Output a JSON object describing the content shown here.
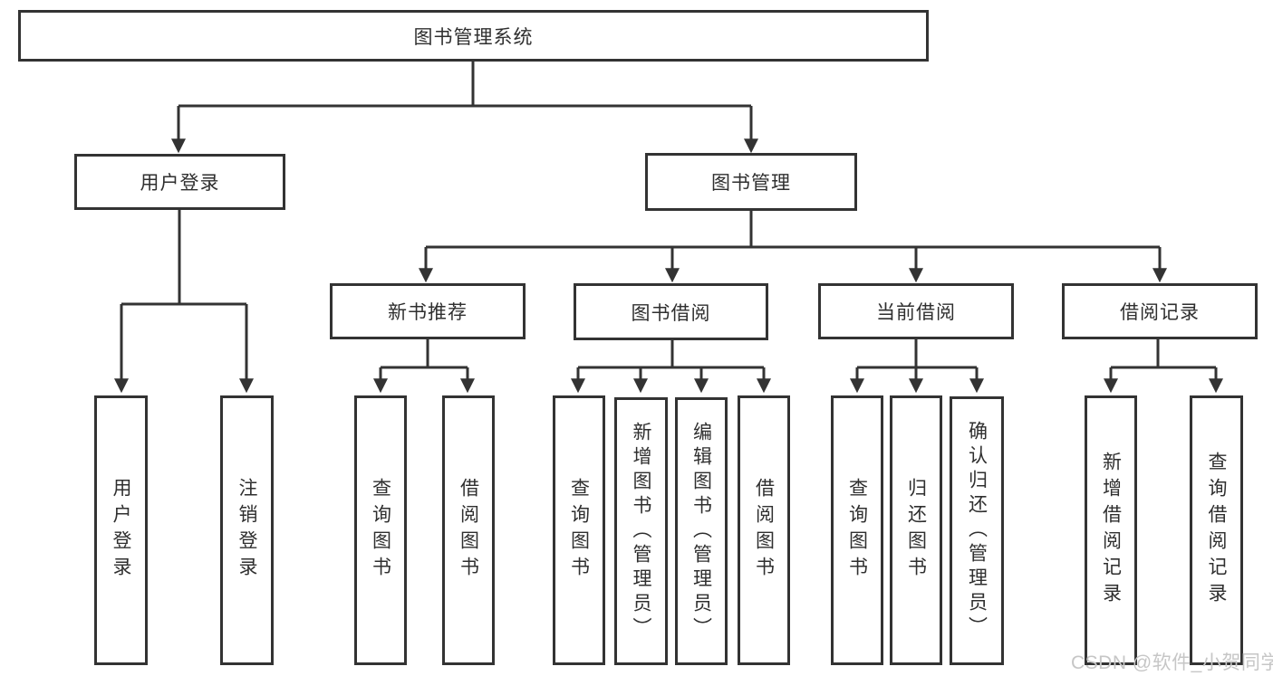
{
  "diagram": {
    "root": {
      "label": "图书管理系统"
    },
    "branches": [
      {
        "label": "用户登录",
        "children": [
          {
            "label": "用户登录"
          },
          {
            "label": "注销登录"
          }
        ]
      },
      {
        "label": "图书管理",
        "sections": [
          {
            "label": "新书推荐",
            "children": [
              {
                "label": "查询图书"
              },
              {
                "label": "借阅图书"
              }
            ]
          },
          {
            "label": "图书借阅",
            "children": [
              {
                "label": "查询图书"
              },
              {
                "label": "新增图书（管理员）"
              },
              {
                "label": "编辑图书（管理员）"
              },
              {
                "label": "借阅图书"
              }
            ]
          },
          {
            "label": "当前借阅",
            "children": [
              {
                "label": "查询图书"
              },
              {
                "label": "归还图书"
              },
              {
                "label": "确认归还（管理员）"
              }
            ]
          },
          {
            "label": "借阅记录",
            "children": [
              {
                "label": "新增借阅记录"
              },
              {
                "label": "查询借阅记录"
              }
            ]
          }
        ]
      }
    ],
    "colors": {
      "line": "#333333",
      "text": "#2f2f2f",
      "background": "#ffffff",
      "watermark": "#c6c6c6"
    }
  },
  "watermark": {
    "text": "CSDN @软件_小贺同学"
  }
}
